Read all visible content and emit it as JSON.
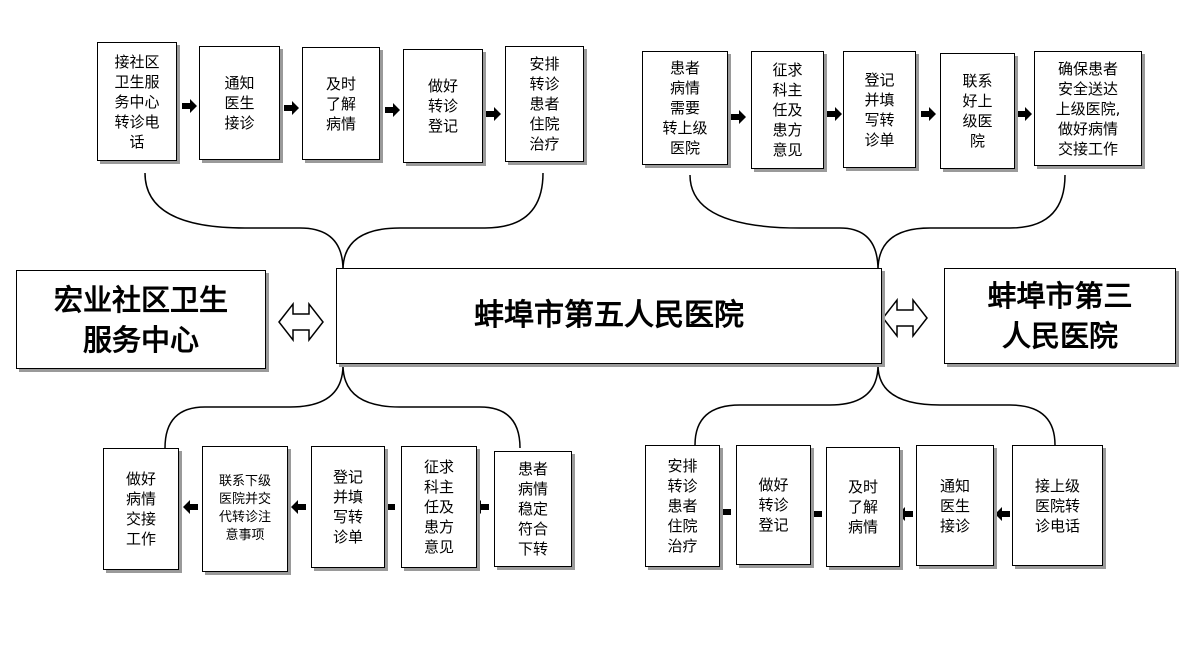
{
  "center_hospital": "蚌埠市第五人民医院",
  "left_hospital": "宏业社区卫生\n服务中心",
  "right_hospital": "蚌埠市第三\n人民医院",
  "top_left_steps": [
    "接社区\n卫生服\n务中心\n转诊电\n话",
    "通知\n医生\n接诊",
    "及时\n了解\n病情",
    "做好\n转诊\n登记",
    "安排\n转诊\n患者\n住院\n治疗"
  ],
  "top_right_steps": [
    "患者\n病情\n需要\n转上级\n医院",
    "征求\n科主\n任及\n患方\n意见",
    "登记\n并填\n写转\n诊单",
    "联系\n好上\n级医\n院",
    "确保患者\n安全送达\n上级医院,\n做好病情\n交接工作"
  ],
  "bottom_left_steps": [
    "做好\n病情\n交接\n工作",
    "联系下级\n医院并交\n代转诊注\n意事项",
    "登记\n并填\n写转\n诊单",
    "征求\n科主\n任及\n患方\n意见",
    "患者\n病情\n稳定\n符合\n下转"
  ],
  "bottom_right_steps": [
    "安排\n转诊\n患者\n住院\n治疗",
    "做好\n转诊\n登记",
    "及时\n了解\n病情",
    "通知\n医生\n接诊",
    "接上级\n医院转\n诊电话"
  ]
}
